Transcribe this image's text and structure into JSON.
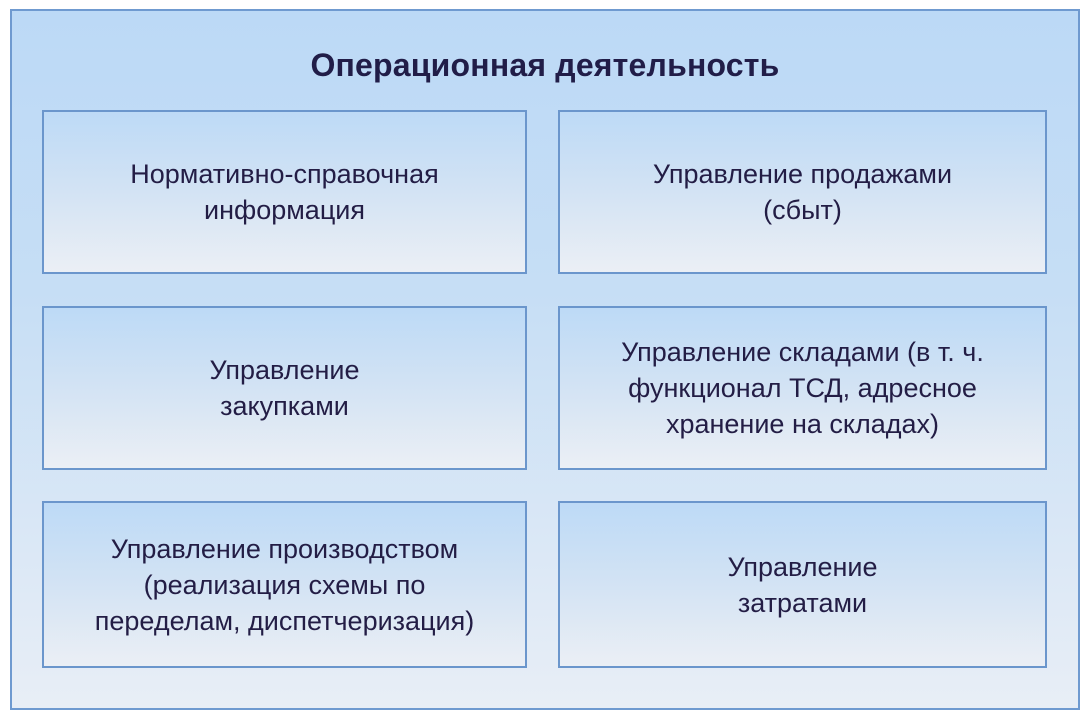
{
  "diagram": {
    "title": "Операционная деятельность",
    "boxes": [
      {
        "label": "Нормативно-справочная\nинформация"
      },
      {
        "label": "Управление продажами\n(сбыт)"
      },
      {
        "label": "Управление\nзакупками"
      },
      {
        "label": "Управление складами (в т. ч.\nфункционал ТСД, адресное\nхранение на складах)"
      },
      {
        "label": "Управление производством\n(реализация схемы по\nпеределам, диспетчеризация)"
      },
      {
        "label": "Управление\nзатратами"
      }
    ],
    "colors": {
      "border": "#6b96cc",
      "fill_top": "#bddaf6",
      "fill_bottom": "#ebeff5",
      "text": "#231d45"
    }
  }
}
